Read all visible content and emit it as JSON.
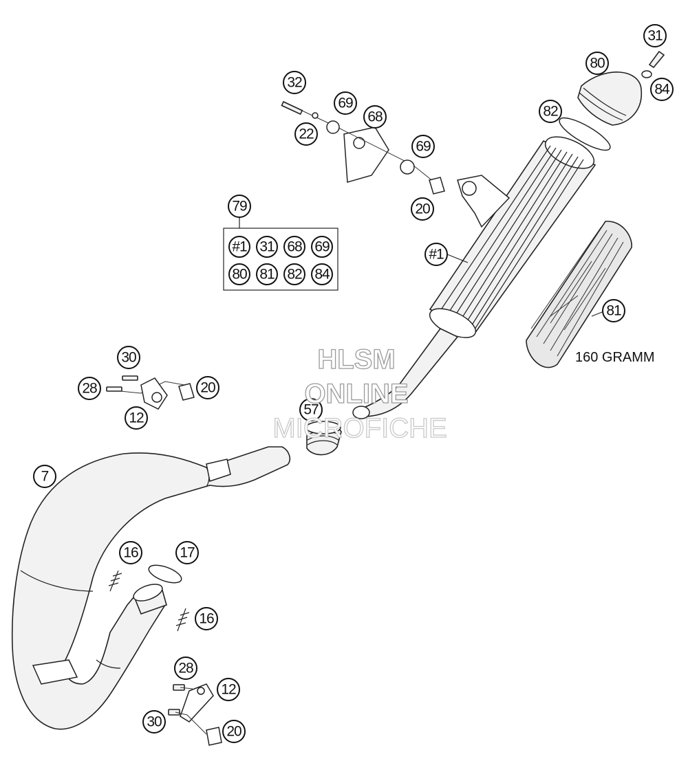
{
  "callouts": {
    "c31_top": "31",
    "c80_top": "80",
    "c84_top": "84",
    "c82_top": "82",
    "c32": "32",
    "c69_a": "69",
    "c68": "68",
    "c22": "22",
    "c69_b": "69",
    "c20_top": "20",
    "c79": "79",
    "c1_main": "#1",
    "c81": "81",
    "c30_mid": "30",
    "c28_mid": "28",
    "c20_mid": "20",
    "c12_mid": "12",
    "c57": "57",
    "c7": "7",
    "c16_a": "16",
    "c17": "17",
    "c16_b": "16",
    "c28_bot": "28",
    "c12_bot": "12",
    "c30_bot": "30",
    "c20_bot": "20"
  },
  "kit_box": {
    "row1": [
      "#1",
      "31",
      "68",
      "69"
    ],
    "row2": [
      "80",
      "81",
      "82",
      "84"
    ]
  },
  "weight_note": "160 GRAMM",
  "watermark": {
    "line1": "HLSM",
    "line2": "ONLINE",
    "line3": "MICROFICHE"
  }
}
